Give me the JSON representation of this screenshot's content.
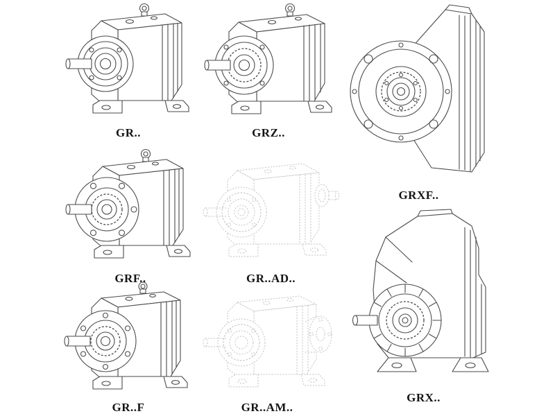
{
  "figure": {
    "background": "#ffffff",
    "line_color": "#4a4a4a",
    "faded_line_color": "#c6c6c6",
    "label_color": "#141414"
  },
  "models": [
    {
      "id": "gr",
      "label": "GR.."
    },
    {
      "id": "grz",
      "label": "GRZ.."
    },
    {
      "id": "grxf",
      "label": "GRXF.."
    },
    {
      "id": "grf",
      "label": "GRF.."
    },
    {
      "id": "gr-ad",
      "label": "GR..AD.."
    },
    {
      "id": "gr-f",
      "label": "GR..F"
    },
    {
      "id": "gr-am",
      "label": "GR..AM.."
    },
    {
      "id": "grx",
      "label": "GRX.."
    }
  ]
}
